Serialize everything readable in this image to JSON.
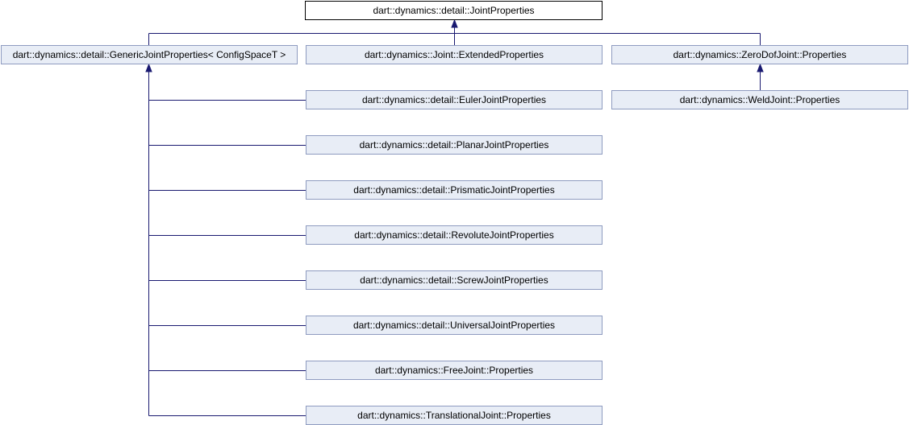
{
  "diagram": {
    "root": {
      "id": "joint-properties",
      "label": "dart::dynamics::detail::JointProperties"
    },
    "nodes": [
      {
        "id": "generic-joint-properties",
        "label": "dart::dynamics::detail::GenericJointProperties< ConfigSpaceT >",
        "parent": "joint-properties"
      },
      {
        "id": "joint-extended-properties",
        "label": "dart::dynamics::Joint::ExtendedProperties",
        "parent": "joint-properties"
      },
      {
        "id": "zerodof-joint-properties",
        "label": "dart::dynamics::ZeroDofJoint::Properties",
        "parent": "joint-properties"
      },
      {
        "id": "euler-joint-properties",
        "label": "dart::dynamics::detail::EulerJointProperties",
        "parent": "generic-joint-properties"
      },
      {
        "id": "weld-joint-properties",
        "label": "dart::dynamics::WeldJoint::Properties",
        "parent": "zerodof-joint-properties"
      },
      {
        "id": "planar-joint-properties",
        "label": "dart::dynamics::detail::PlanarJointProperties",
        "parent": "generic-joint-properties"
      },
      {
        "id": "prismatic-joint-properties",
        "label": "dart::dynamics::detail::PrismaticJointProperties",
        "parent": "generic-joint-properties"
      },
      {
        "id": "revolute-joint-properties",
        "label": "dart::dynamics::detail::RevoluteJointProperties",
        "parent": "generic-joint-properties"
      },
      {
        "id": "screw-joint-properties",
        "label": "dart::dynamics::detail::ScrewJointProperties",
        "parent": "generic-joint-properties"
      },
      {
        "id": "universal-joint-properties",
        "label": "dart::dynamics::detail::UniversalJointProperties",
        "parent": "generic-joint-properties"
      },
      {
        "id": "free-joint-properties",
        "label": "dart::dynamics::FreeJoint::Properties",
        "parent": "generic-joint-properties"
      },
      {
        "id": "translational-joint-properties",
        "label": "dart::dynamics::TranslationalJoint::Properties",
        "parent": "generic-joint-properties"
      }
    ],
    "colors": {
      "edge": "#191970",
      "node_fill": "#e8edf6",
      "node_border": "#8e9bc0",
      "current_fill": "#ffffff",
      "current_border": "#000000"
    }
  }
}
